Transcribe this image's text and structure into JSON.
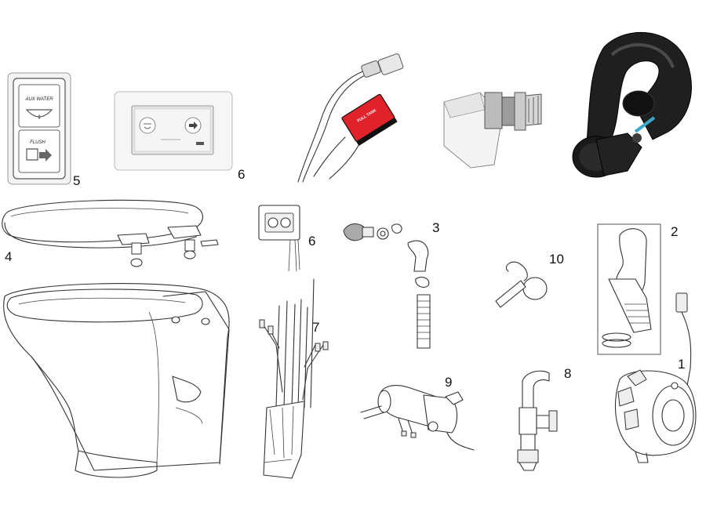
{
  "callouts": {
    "n1": "1",
    "n2": "2",
    "n3": "3",
    "n4": "4",
    "n5": "5",
    "n6a": "6",
    "n6b": "6",
    "n7": "7",
    "n8": "8",
    "n9": "9",
    "n10": "10"
  },
  "labels": {
    "aux_water": "AUX WATER",
    "flush": "FLUSH",
    "full_tank": "FULL TANK"
  },
  "colors": {
    "background": "#ffffff",
    "sensor_red": "#e0232b",
    "hose_black": "#1c1c1c",
    "panel_grey": "#e9e9e9"
  },
  "icons": {
    "aux_water_icon": "bowl-with-water-drop",
    "flush_icon": "toilet-with-arrow"
  }
}
